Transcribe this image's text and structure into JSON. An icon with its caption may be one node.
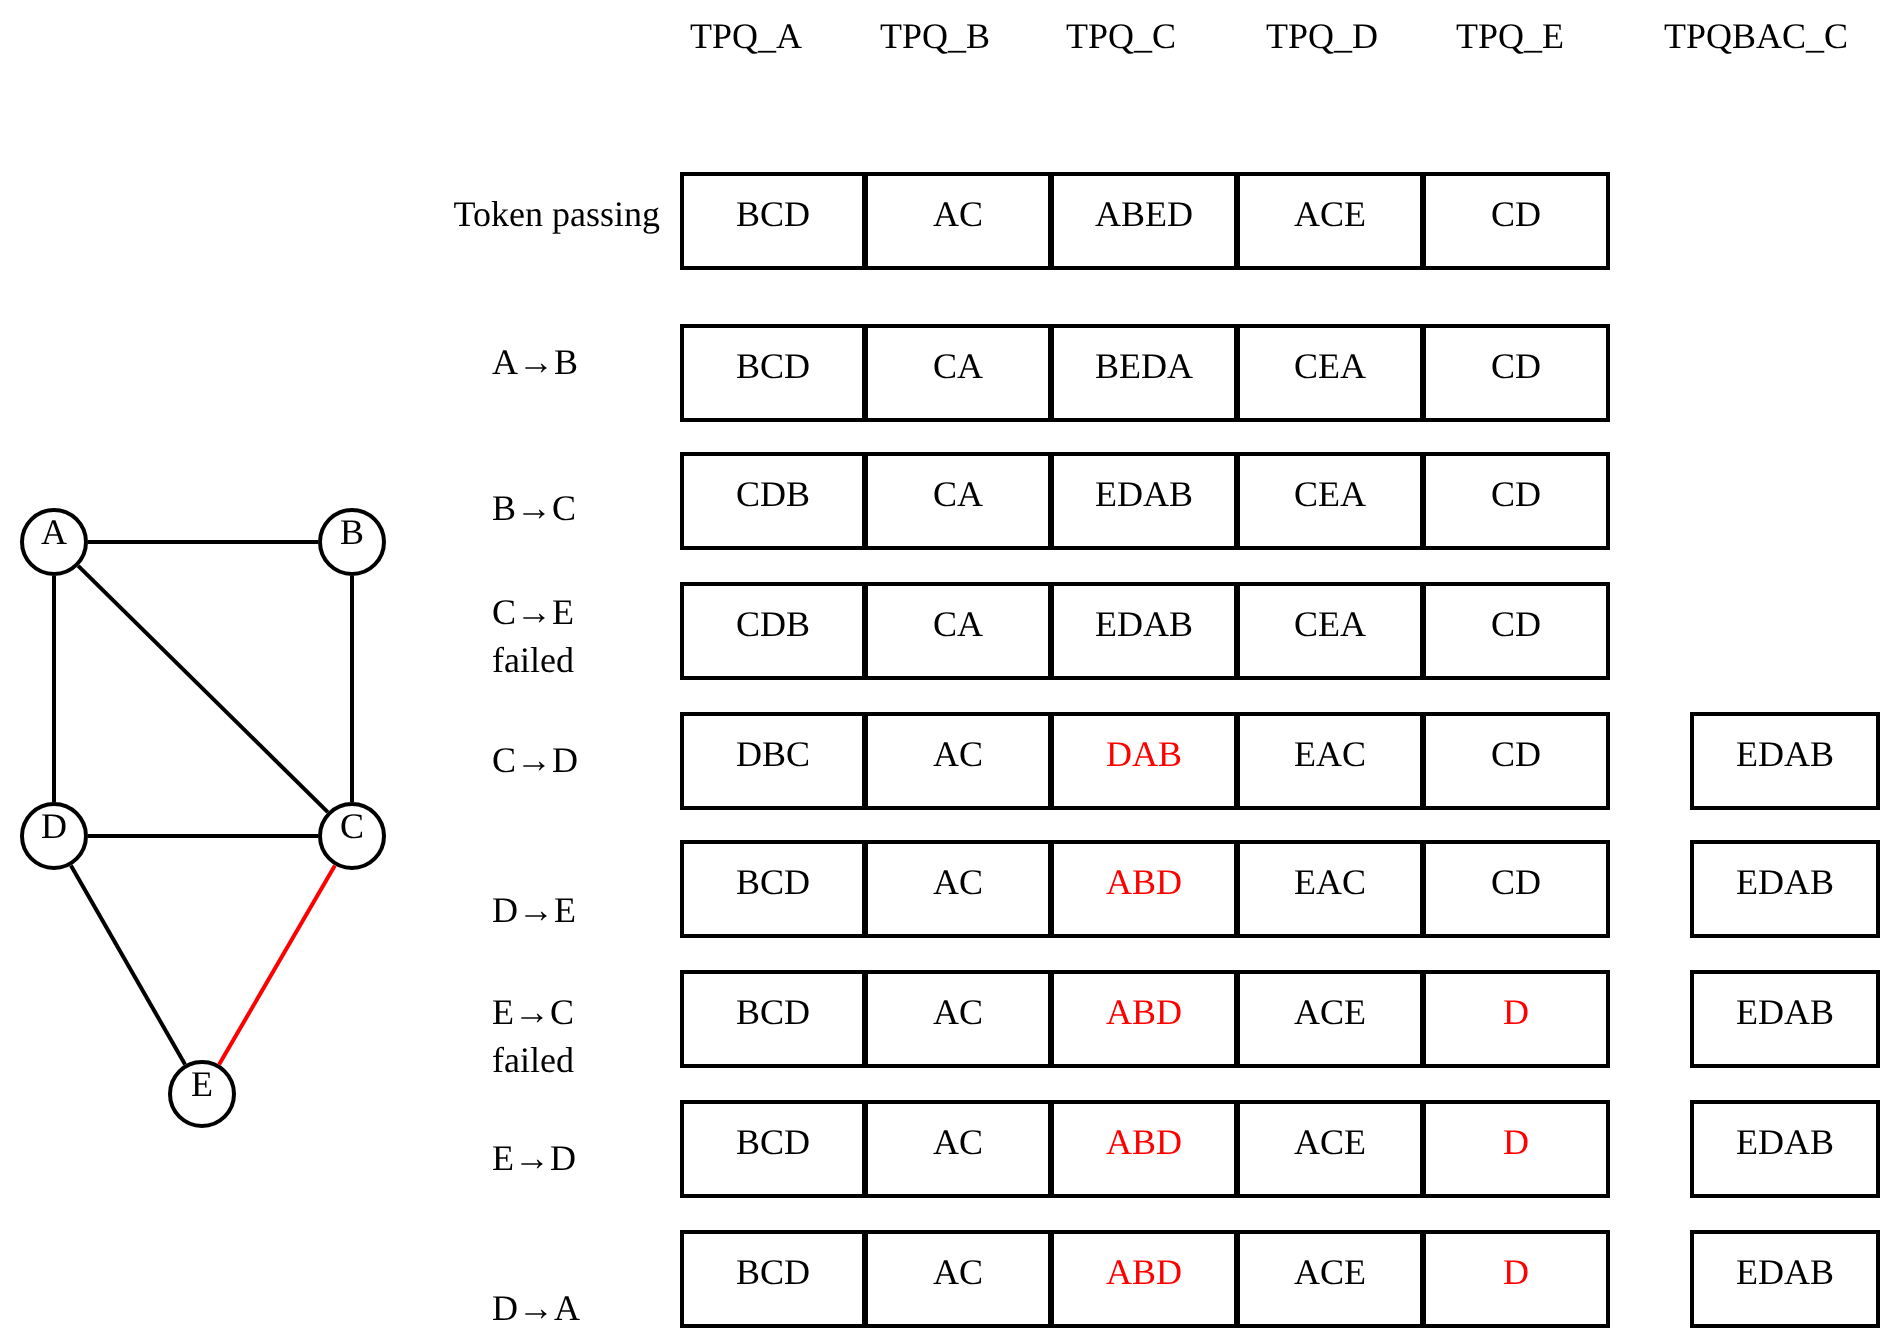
{
  "diagram": {
    "nodes": [
      {
        "text": [
          "A"
        ]
      },
      {
        "text": [
          "B"
        ]
      },
      {
        "text": [
          "D"
        ]
      },
      {
        "text": [
          "C"
        ]
      },
      {
        "text": [
          "E"
        ]
      },
      {
        "text": [
          "BCD"
        ]
      },
      {
        "text": [
          "AC"
        ]
      },
      {
        "text": [
          "ABED"
        ]
      },
      {
        "text": [
          "ACE"
        ]
      },
      {
        "text": [
          "CD"
        ]
      },
      {
        "text": [
          "BCD"
        ]
      },
      {
        "text": [
          "CA"
        ]
      },
      {
        "text": [
          "BEDA"
        ]
      },
      {
        "text": [
          "CEA"
        ]
      },
      {
        "text": [
          "CD"
        ]
      },
      {
        "text": [
          "CDB"
        ]
      },
      {
        "text": [
          "CA"
        ]
      },
      {
        "text": [
          "EDAB"
        ]
      },
      {
        "text": [
          "CEA"
        ]
      },
      {
        "text": [
          "CD"
        ]
      },
      {
        "text": [
          "CDB"
        ]
      },
      {
        "text": [
          "CA"
        ]
      },
      {
        "text": [
          "EDAB"
        ]
      },
      {
        "text": [
          "CEA"
        ]
      },
      {
        "text": [
          "CD"
        ]
      },
      {
        "text": [
          "DBC"
        ]
      },
      {
        "text": [
          "AC"
        ]
      },
      {
        "text": [
          "DAB"
        ]
      },
      {
        "text": [
          "EAC"
        ]
      },
      {
        "text": [
          "CD"
        ]
      },
      {
        "text": [
          "EDAB"
        ]
      },
      {
        "text": [
          "BCD"
        ]
      },
      {
        "text": [
          "AC"
        ]
      },
      {
        "text": [
          "ABD"
        ]
      },
      {
        "text": [
          "EAC"
        ]
      },
      {
        "text": [
          "CD"
        ]
      },
      {
        "text": [
          "EDAB"
        ]
      },
      {
        "text": [
          "BCD"
        ]
      },
      {
        "text": [
          "AC"
        ]
      },
      {
        "text": [
          "ABD"
        ]
      },
      {
        "text": [
          "ACE"
        ]
      },
      {
        "text": [
          "D"
        ]
      },
      {
        "text": [
          "EDAB"
        ]
      },
      {
        "text": [
          "BCD"
        ]
      },
      {
        "text": [
          "AC"
        ]
      },
      {
        "text": [
          "ABD"
        ]
      },
      {
        "text": [
          "ACE"
        ]
      },
      {
        "text": [
          "D"
        ]
      },
      {
        "text": [
          "EDAB"
        ]
      },
      {
        "text": [
          "BCD"
        ]
      },
      {
        "text": [
          "AC"
        ]
      },
      {
        "text": [
          "ABD"
        ]
      },
      {
        "text": [
          "ACE"
        ]
      },
      {
        "text": [
          "D"
        ]
      },
      {
        "text": [
          "EDAB"
        ]
      }
    ],
    "edges": [
      {
        "from": 0,
        "to": 1,
        "arrow": "none"
      },
      {
        "from": 0,
        "to": 3,
        "arrow": "none"
      },
      {
        "from": 0,
        "to": 2,
        "arrow": "none"
      },
      {
        "from": 1,
        "to": 3,
        "arrow": "none"
      },
      {
        "from": 2,
        "to": 3,
        "arrow": "none"
      },
      {
        "from": 2,
        "to": 4,
        "arrow": "none"
      },
      {
        "from": 3,
        "to": 4,
        "arrow": "none",
        "color": "#ff0000"
      }
    ],
    "labels": [
      "TPQ_A",
      "TPQ_B",
      "TPQ_C",
      "TPQ_D",
      "TPQ_E",
      "TPQBAC_C",
      "Token passing",
      "A→B",
      "B→C",
      "C→E failed",
      "C→D",
      "D→E",
      "E→C failed",
      "E→D",
      "D→A"
    ]
  }
}
